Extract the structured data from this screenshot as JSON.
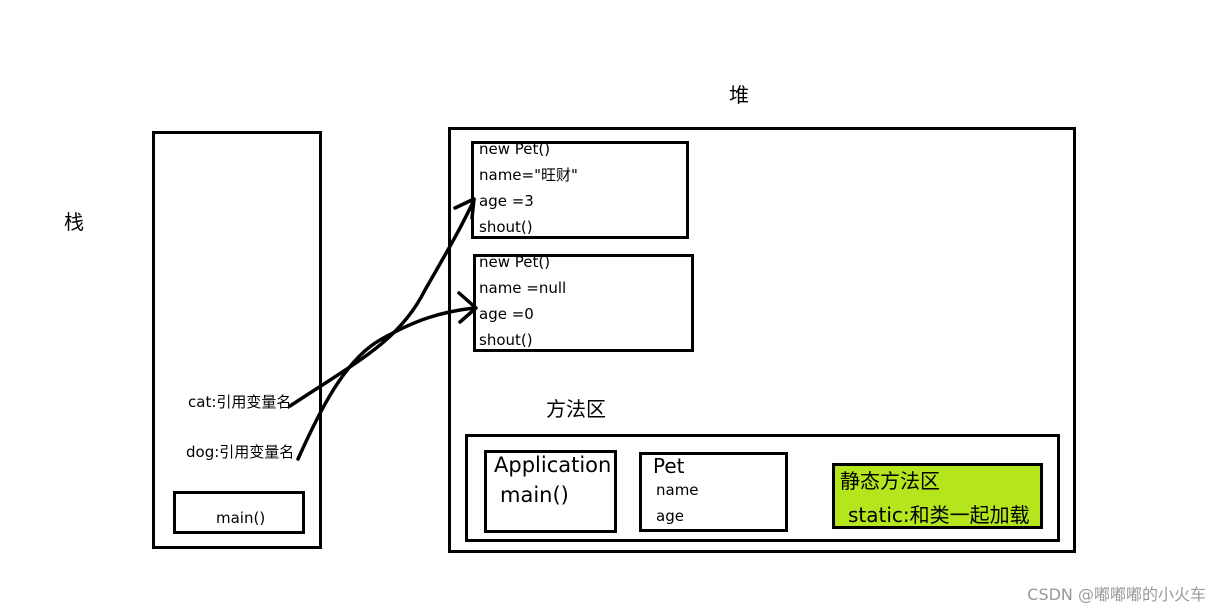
{
  "labels": {
    "stack": "栈",
    "heap": "堆",
    "method_area": "方法区"
  },
  "stack": {
    "cat_ref": "cat:引用变量名",
    "dog_ref": "dog:引用变量名",
    "main": "main()"
  },
  "heap_objects": [
    {
      "lines": [
        "new Pet()",
        "name=\"旺财\"",
        "age =3",
        "shout()"
      ]
    },
    {
      "lines": [
        "new Pet()",
        "name =null",
        "age =0",
        "shout()"
      ]
    }
  ],
  "method_area": {
    "application": {
      "title": "Application",
      "method": "main()"
    },
    "pet": {
      "title": "Pet",
      "field1": "name",
      "field2": "age"
    },
    "static_area": {
      "title": "静态方法区",
      "desc": "static:和类一起加载",
      "color": "#b5e61d"
    }
  },
  "watermark": "CSDN @嘟嘟嘟的小火车"
}
